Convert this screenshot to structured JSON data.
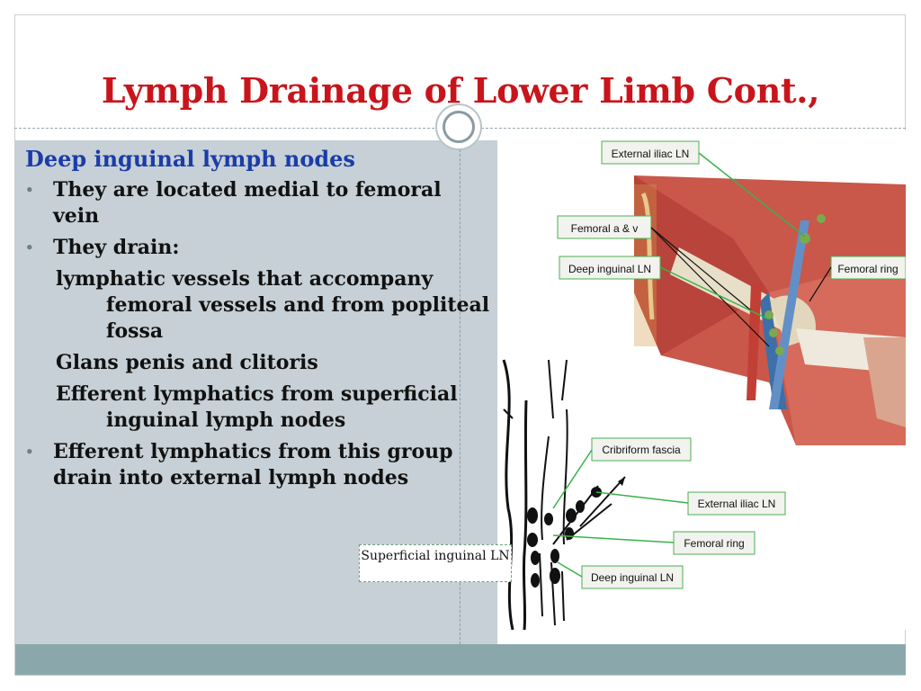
{
  "title": "Lymph Drainage of Lower Limb Cont.,",
  "heading": "Deep inguinal lymph nodes",
  "bullets": {
    "b1": "They are located medial to femoral vein",
    "b2": "They drain:",
    "b3": "Efferent lymphatics from this group drain into external lymph nodes"
  },
  "subitems": {
    "s1": "lymphatic vessels that accompany femoral vessels  and from popliteal fossa",
    "s2": "Glans penis and clitoris",
    "s3": "Efferent lymphatics from superficial inguinal lymph nodes"
  },
  "callout": "Superficial inguinal LN",
  "top_figure_labels": {
    "external_iliac": "External iliac LN",
    "femoral_av": "Femoral a & v",
    "deep_inguinal": "Deep inguinal LN",
    "femoral_ring": "Femoral ring"
  },
  "bottom_figure_labels": {
    "cribriform": "Cribriform fascia",
    "external_iliac": "External iliac LN",
    "femoral_ring": "Femoral ring",
    "deep_inguinal": "Deep inguinal LN"
  },
  "colors": {
    "title": "#c8151b",
    "heading": "#1b3ca8",
    "panel": "#c6d0d6",
    "bottom_bar": "#8aa8ab",
    "label_fill": "#f2f2ee",
    "label_border": "#4caf50"
  }
}
